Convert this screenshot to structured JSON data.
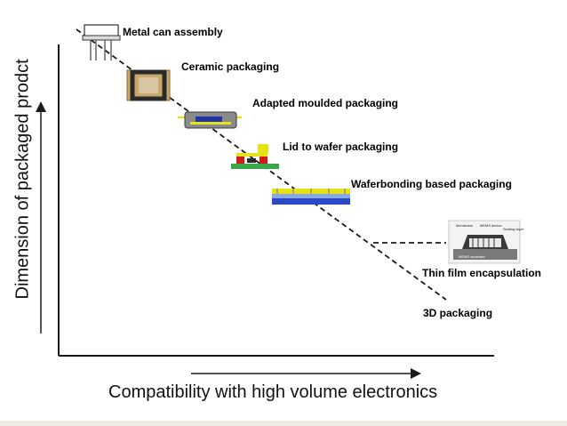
{
  "axes": {
    "x_title": "Compatibility with high volume electronics",
    "y_title": "Dimension of packaged prodct"
  },
  "stages": [
    {
      "label": "Metal can assembly",
      "icon": "metal-can-icon"
    },
    {
      "label": "Ceramic packaging",
      "icon": "ceramic-package-icon"
    },
    {
      "label": "Adapted moulded packaging",
      "icon": "moulded-package-icon"
    },
    {
      "label": "Lid to wafer packaging",
      "icon": "lid-to-wafer-icon"
    },
    {
      "label": "Waferbonding based packaging",
      "icon": "waferbonding-icon"
    },
    {
      "label": "Thin film encapsulation",
      "icon": "thin-film-cross-section-icon"
    },
    {
      "label": "3D packaging",
      "icon": ""
    }
  ],
  "inset_labels": {
    "membrane": "Membrane",
    "mems_device": "MEMS device",
    "sealing_layer": "Sealing layer",
    "substrate": "MEMS substrate"
  },
  "colors": {
    "axis": "#1a1a1a",
    "ceramic": "#c9a96a",
    "mould_blue": "#2233aa",
    "lead_yellow": "#e6e21a",
    "wafer_blue": "#2a48c8",
    "red": "#d01c1c",
    "green": "#3aa848"
  }
}
